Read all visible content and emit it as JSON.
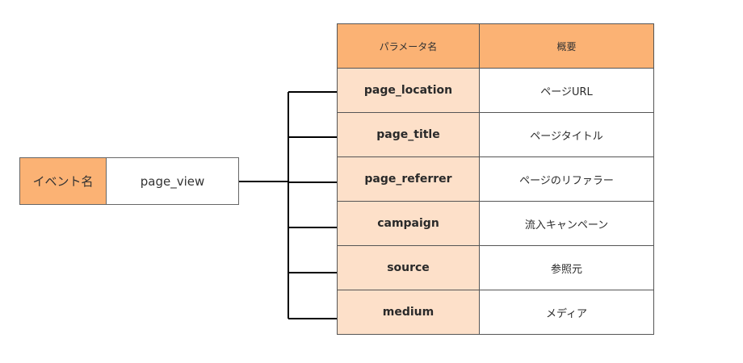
{
  "event": {
    "label": "イベント名",
    "value": "page_view"
  },
  "table": {
    "headers": {
      "name": "パラメータ名",
      "desc": "概要"
    },
    "rows": [
      {
        "name": "page_location",
        "desc": "ページURL"
      },
      {
        "name": "page_title",
        "desc": "ページタイトル"
      },
      {
        "name": "page_referrer",
        "desc": "ページのリファラー"
      },
      {
        "name": "campaign",
        "desc": "流入キャンペーン"
      },
      {
        "name": "source",
        "desc": "参照元"
      },
      {
        "name": "medium",
        "desc": "メディア"
      }
    ]
  },
  "colors": {
    "header_fill": "#fbb274",
    "name_cell_fill": "#fde0c9",
    "line": "#000000"
  }
}
